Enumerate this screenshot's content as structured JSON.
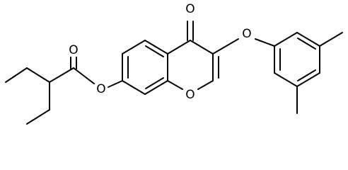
{
  "molecule": {
    "atom_labels": {
      "ester_carbonyl_oxygen": "O",
      "ester_bridge_oxygen": "O",
      "ketone_oxygen": "O",
      "ring_oxygen": "O",
      "ether_oxygen": "O"
    },
    "colors": {
      "bond": "#000000",
      "background": "#ffffff",
      "label": "#000000"
    }
  }
}
